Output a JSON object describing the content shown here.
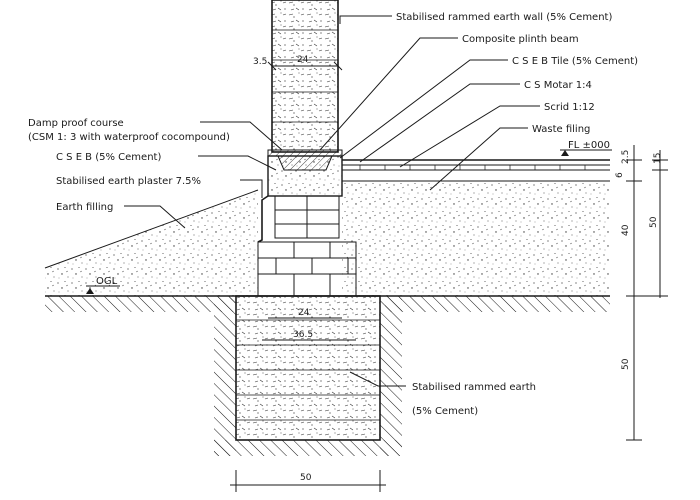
{
  "labels": {
    "wall": "Stabilised rammed  earth wall (5% Cement)",
    "plinth_beam": "Composite plinth beam",
    "cseb_tile": "C S E B Tile (5% Cement)",
    "cs_motar": "C S Motar 1:4",
    "screed": "Scrid  1:12",
    "waste_filling": "Waste filing",
    "fl": "FL ±000",
    "dpc_line1": "Damp proof course",
    "dpc_line2": "(CSM 1: 3 with waterproof cocompound)",
    "cseb": "C S E B  (5% Cement)",
    "plaster": "Stabilised  earth plaster 7.5%",
    "earth_filling": "Earth filling",
    "ogl": "OGL",
    "foundation_line1": "Stabilised  rammed   earth",
    "foundation_line2": "(5% Cement)"
  },
  "dimensions": {
    "wall_width": "24",
    "offset": "3.5",
    "found_inner": "24",
    "found_outer": "36.5",
    "found_width": "50",
    "dim_6": "6",
    "dim_25": "2.5",
    "dim_15": "15",
    "dim_40": "40",
    "dim_50_upper": "50",
    "dim_50_lower": "50"
  }
}
